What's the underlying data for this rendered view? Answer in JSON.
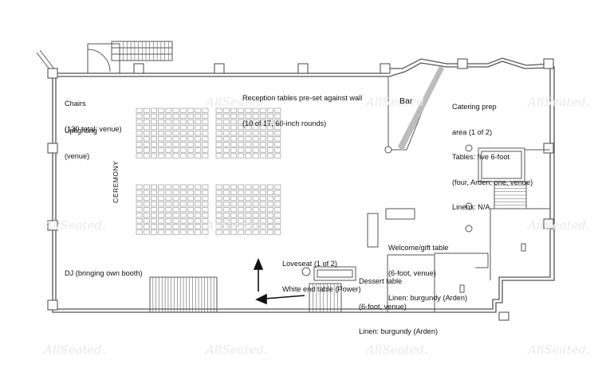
{
  "watermark": "AllSeated.",
  "labels": {
    "chairs": [
      "Chairs",
      "(130 total; venue)"
    ],
    "uplighting": [
      "Uplighting",
      "(venue)"
    ],
    "ceremony": "CEREMONY",
    "reception": [
      "Reception tables pre-set against wall",
      "(10 of 17, 60-inch rounds)"
    ],
    "bar": "Bar",
    "catering": [
      "Catering prep",
      "area (1 of 2)",
      "Tables: five 6-foot",
      "(four, Arden; one, venue)",
      "Linens: N/A"
    ],
    "welcome": [
      "Welcome/gift table",
      "(6-foot, venue)",
      "Linen: burgundy (Arden)"
    ],
    "loveseat": [
      "Loveseat (1 of 2)",
      "White end table (Power)"
    ],
    "dessert": [
      "Dessert table",
      "(6-foot, venue)",
      "Linen: burgundy (Arden)"
    ],
    "dj": "DJ (bringing own booth)"
  },
  "colors": {
    "wall": "#555555",
    "chair": "#9a9a9a",
    "bar_counter": "#bcbcbc",
    "text": "#111111",
    "watermark": "#e9e9e9"
  }
}
